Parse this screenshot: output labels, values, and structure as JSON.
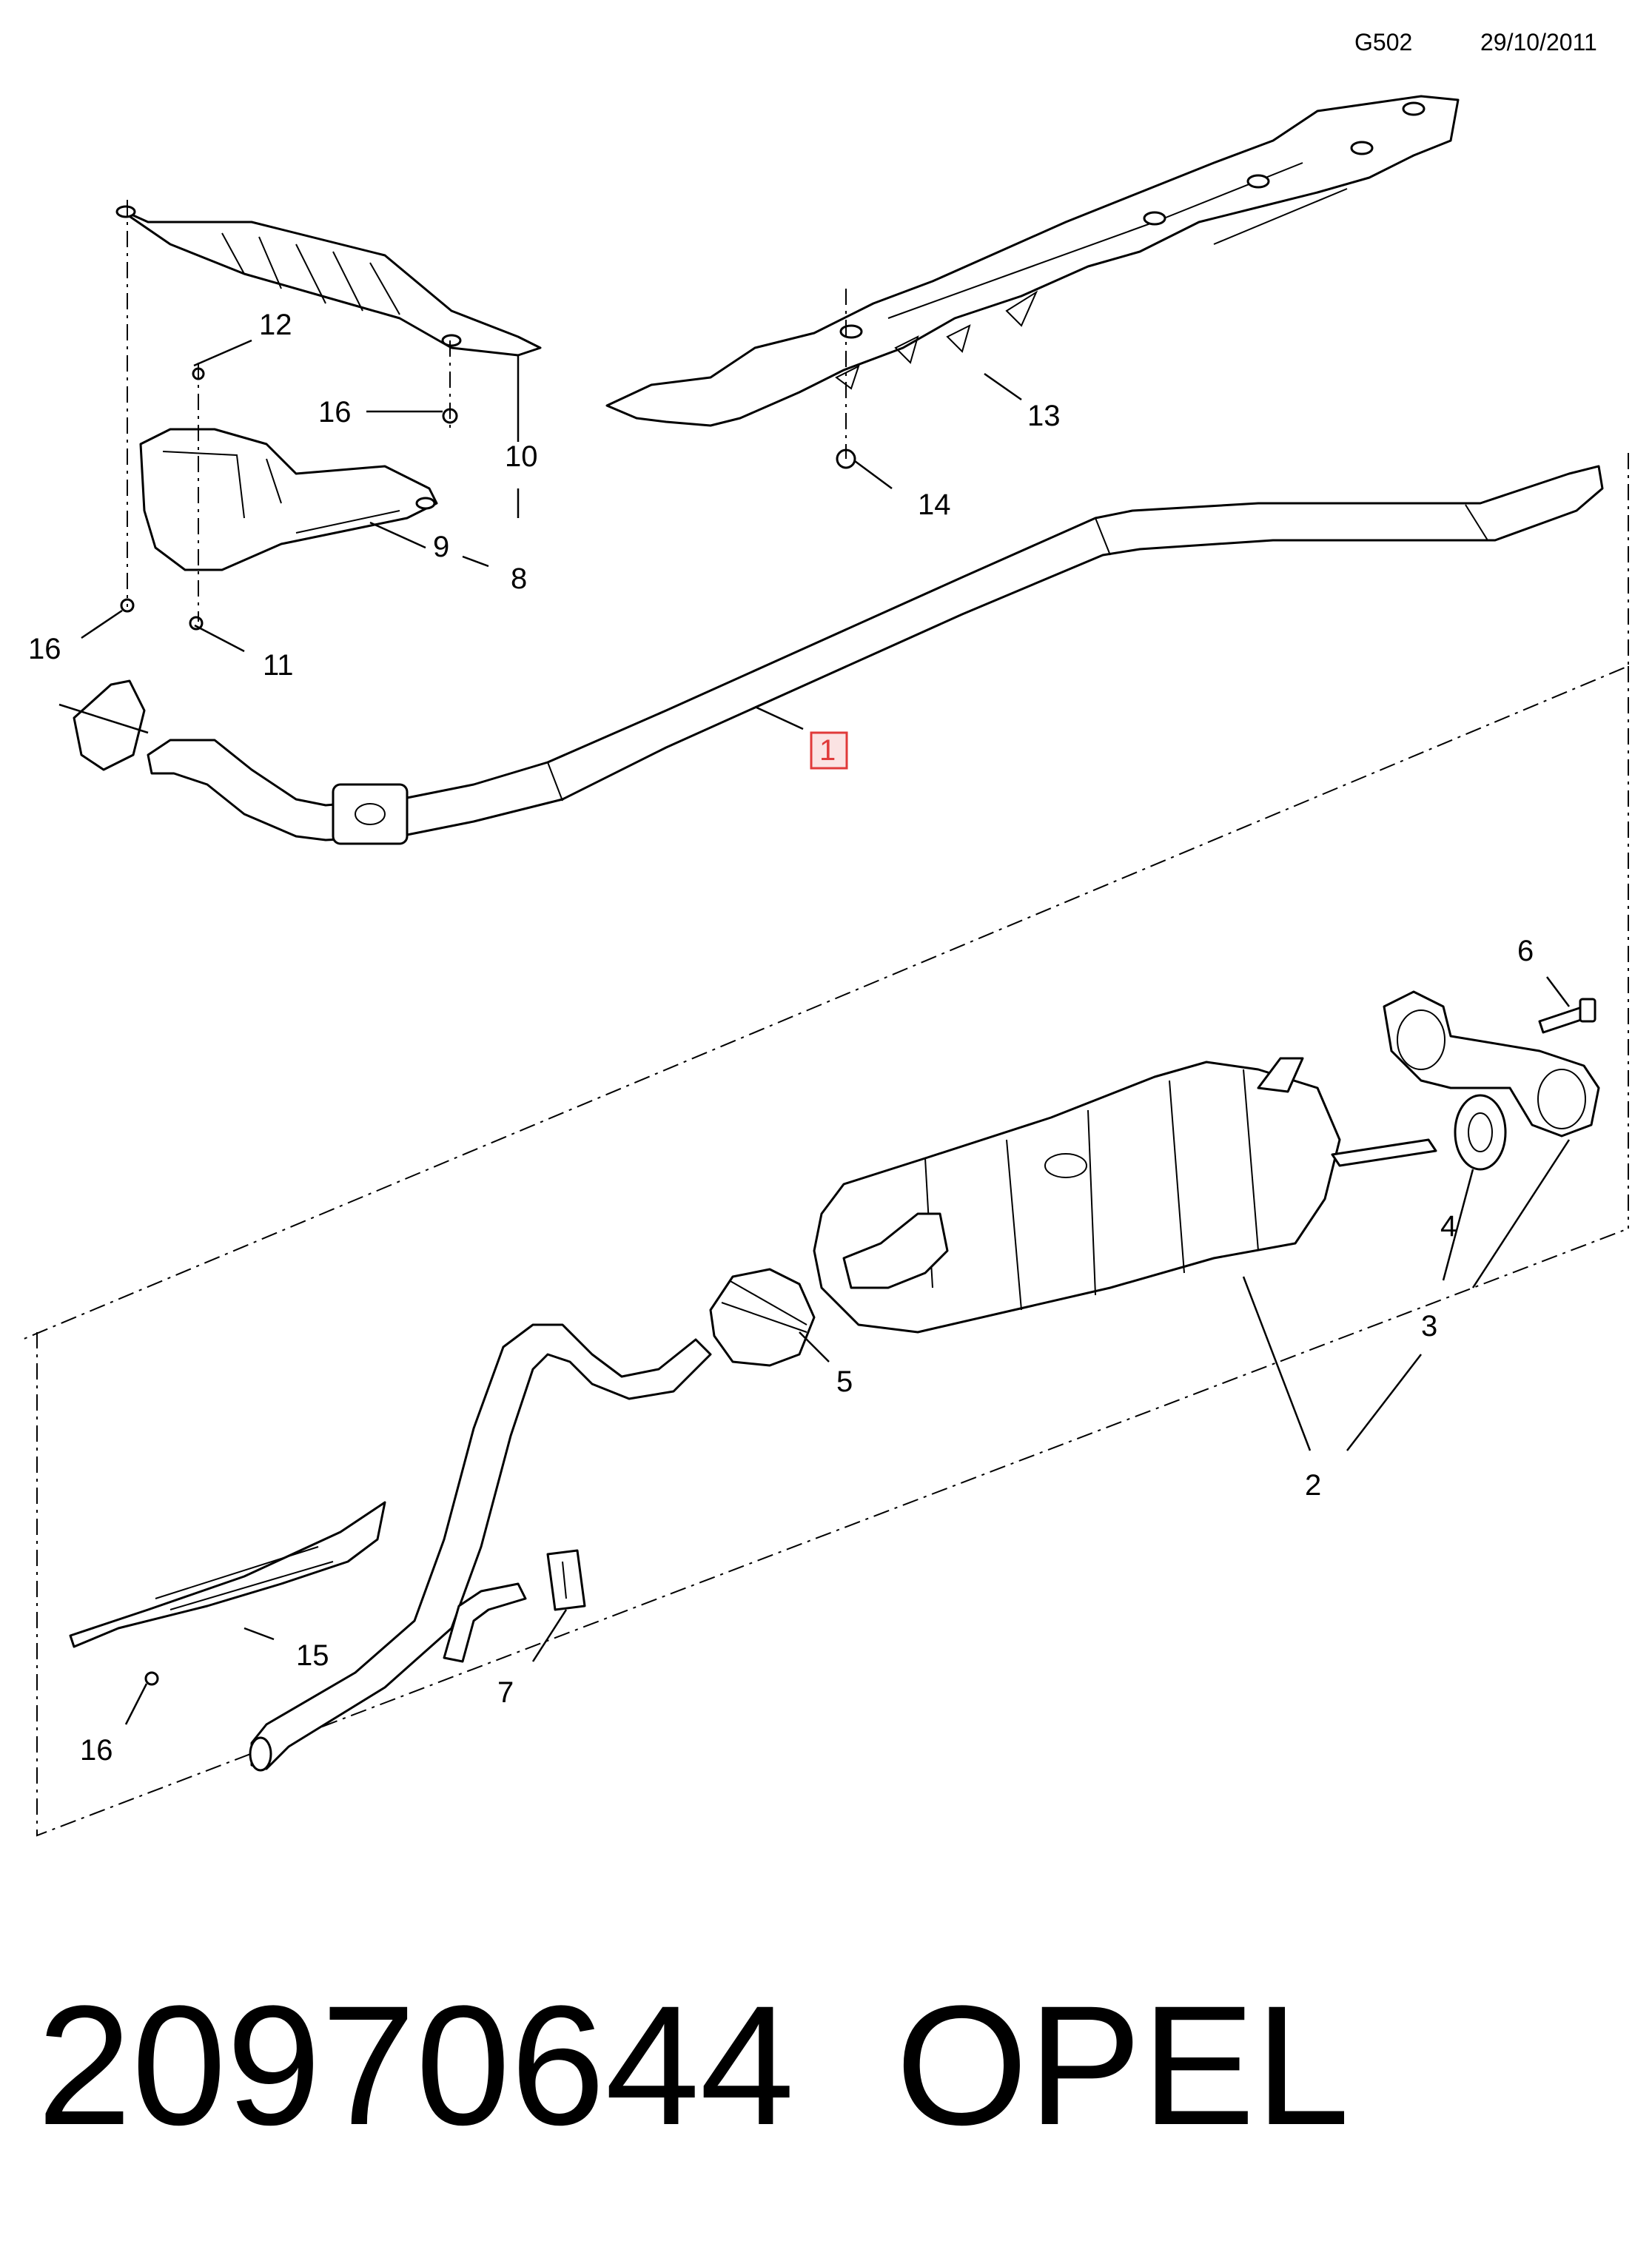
{
  "header": {
    "code": "G502",
    "date": "29/10/2011"
  },
  "footer": {
    "part_number": "20970644",
    "brand": "OPEL"
  },
  "callouts": {
    "c1": "1",
    "c2": "2",
    "c3_upper": "3",
    "c4": "4",
    "c5": "5",
    "c6": "6",
    "c7": "7",
    "c8": "8",
    "c9": "9",
    "c10": "10",
    "c11": "11",
    "c12": "12",
    "c13": "13",
    "c14": "14",
    "c15": "15",
    "c16_a": "16",
    "c16_b": "16",
    "c16_c": "16"
  },
  "highlight": {
    "color": "#e03a3a",
    "fill": "#fbe3e3",
    "item": "1"
  }
}
